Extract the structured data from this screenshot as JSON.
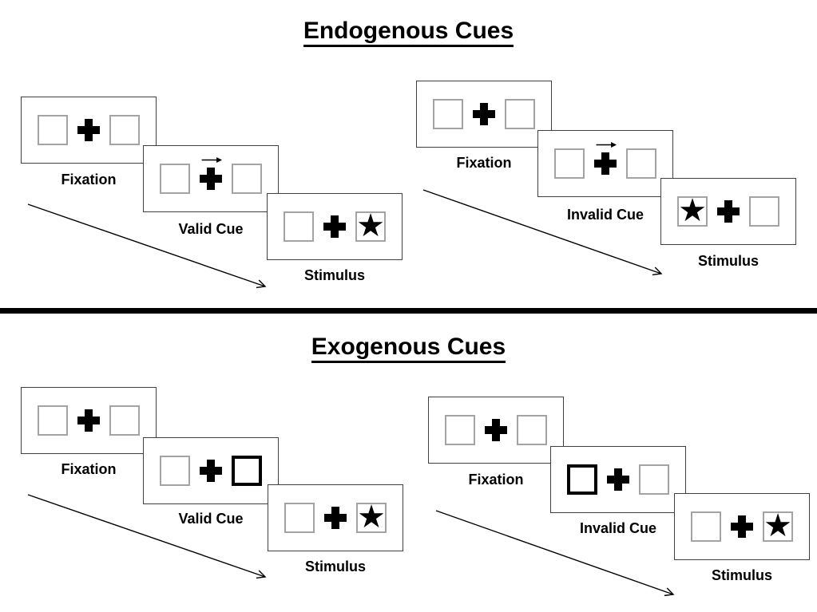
{
  "icons": {
    "star": "★",
    "fixation_cross": "✚",
    "arrow_cue": "→"
  },
  "colors": {
    "background": "#ffffff",
    "ink": "#000000",
    "panel_border": "#3f3f3f",
    "placeholder_box_border": "#a3a3a3",
    "exogenous_cue_border": "#000000"
  },
  "sections": [
    {
      "title": "Endogenous Cues",
      "trials": [
        {
          "name": "valid",
          "frames": [
            {
              "label": "Fixation"
            },
            {
              "label": "Valid Cue",
              "cue": "central arrow pointing right"
            },
            {
              "label": "Stimulus",
              "stimulus": "star in right box"
            }
          ]
        },
        {
          "name": "invalid",
          "frames": [
            {
              "label": "Fixation"
            },
            {
              "label": "Invalid Cue",
              "cue": "central arrow pointing right"
            },
            {
              "label": "Stimulus",
              "stimulus": "star in left box"
            }
          ]
        }
      ]
    },
    {
      "title": "Exogenous Cues",
      "trials": [
        {
          "name": "valid",
          "frames": [
            {
              "label": "Fixation"
            },
            {
              "label": "Valid Cue",
              "cue": "right box highlighted"
            },
            {
              "label": "Stimulus",
              "stimulus": "star in right box"
            }
          ]
        },
        {
          "name": "invalid",
          "frames": [
            {
              "label": "Fixation"
            },
            {
              "label": "Invalid Cue",
              "cue": "left box highlighted"
            },
            {
              "label": "Stimulus",
              "stimulus": "star in right box"
            }
          ]
        }
      ]
    }
  ]
}
